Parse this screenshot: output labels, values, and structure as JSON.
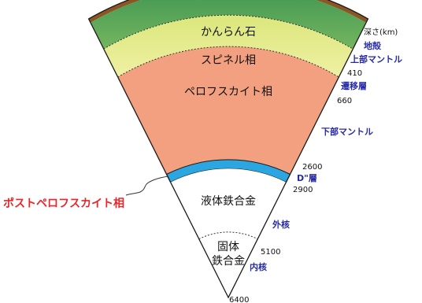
{
  "depth_header": "深さ(km)",
  "zones": {
    "olivine": "かんらん石",
    "spinel": "スピネル相",
    "perovskite": "ペロフスカイト相",
    "liquid_core": "液体鉄合金",
    "solid_core_line1": "固体",
    "solid_core_line2": "鉄合金"
  },
  "layer_labels": {
    "crust": "地殻",
    "upper_mantle": "上部マントル",
    "transition": "遷移層",
    "lower_mantle": "下部マントル",
    "d_layer": "D\"層",
    "outer_core": "外核",
    "inner_core": "内核"
  },
  "depths": {
    "d410": "410",
    "d660": "660",
    "d2600": "2600",
    "d2900": "2900",
    "d5100": "5100",
    "d6400": "6400"
  },
  "post_perovskite_label": "ポストペロフスカイト相",
  "colors": {
    "crust": "#8b5524",
    "olivine": "#50a25b",
    "spinel": "#e2e984",
    "perovskite": "#f2a07f",
    "post_perovskite": "#2ba6e1",
    "layer_text": "#262aa6",
    "red_text": "#e8262a"
  }
}
